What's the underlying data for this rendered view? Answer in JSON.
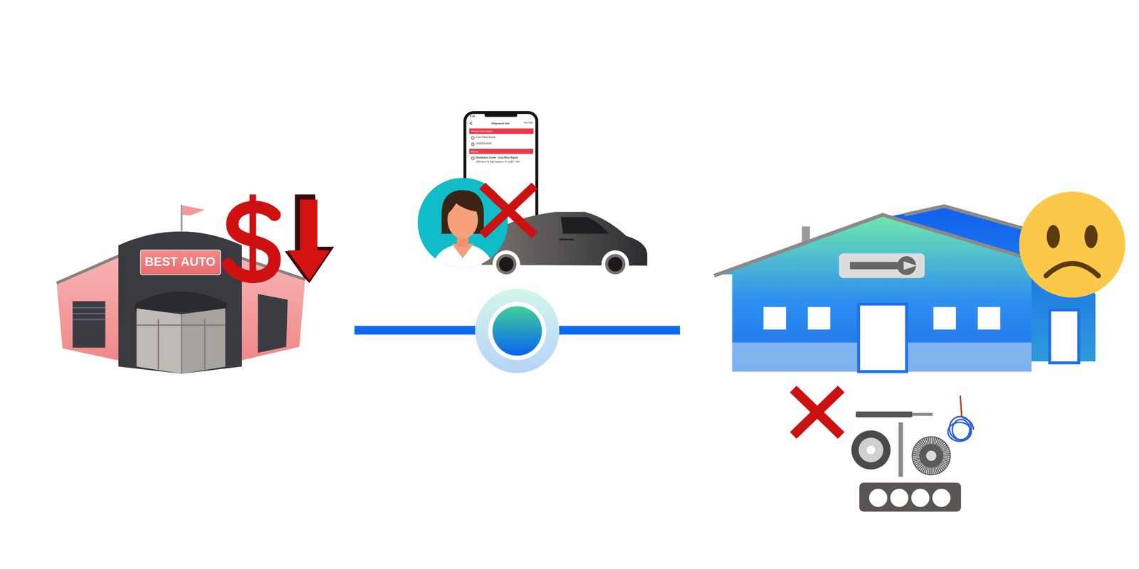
{
  "diagram": {
    "nodes": [
      {
        "text": [
          "BEST AUTO"
        ]
      },
      {
        "text": [
          "Vendor Information"
        ]
      },
      {
        "text": [
          "Pickup"
        ]
      }
    ],
    "labels": [
      "6:22",
      "Shipment Info",
      "Get Help",
      "Cuse Parts Supply",
      "(315)000-0000",
      "Distribution Center - Cuse Parts Supply",
      "1695 Acme St, East Syracuse, NY 13057, USA"
    ]
  }
}
